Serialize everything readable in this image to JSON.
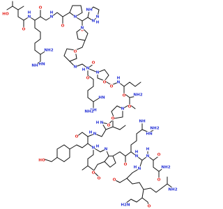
{
  "diagram": {
    "kind": "skeletal-formula",
    "background": "#ffffff",
    "bond_color": "#111111",
    "atom_colors": {
      "O": "#e5241d",
      "N": "#2431d6",
      "H": "#2431d6"
    },
    "atom_labels": [
      {
        "id": "oh-1",
        "text": "HO",
        "element": "O"
      },
      {
        "id": "o-1",
        "text": "O",
        "element": "O"
      },
      {
        "id": "nh-1",
        "text": "N",
        "element": "N"
      },
      {
        "id": "hn-1",
        "text": "H",
        "element": "H"
      },
      {
        "id": "o-2",
        "text": "O",
        "element": "O"
      },
      {
        "id": "nh-2",
        "text": "N",
        "element": "N"
      },
      {
        "id": "hn-2",
        "text": "H",
        "element": "H"
      },
      {
        "id": "n-his",
        "text": "N",
        "element": "N"
      },
      {
        "id": "nh-his",
        "text": "NH",
        "element": "N"
      },
      {
        "id": "o-3",
        "text": "O",
        "element": "O"
      },
      {
        "id": "n-pro1",
        "text": "N",
        "element": "N"
      },
      {
        "id": "o-4",
        "text": "O",
        "element": "O"
      },
      {
        "id": "nh-guan1",
        "text": "NH",
        "element": "N"
      },
      {
        "id": "nh2-guan1",
        "text": "NH2",
        "element": "N"
      },
      {
        "id": "hn-guan1",
        "text": "HN",
        "element": "N"
      },
      {
        "id": "nh-3",
        "text": "N",
        "element": "N"
      },
      {
        "id": "hn-3",
        "text": "H",
        "element": "H"
      },
      {
        "id": "o-5",
        "text": "O",
        "element": "O"
      },
      {
        "id": "n-pro2",
        "text": "N",
        "element": "N"
      },
      {
        "id": "o-6",
        "text": "O",
        "element": "O"
      },
      {
        "id": "n-pro3",
        "text": "N",
        "element": "N"
      },
      {
        "id": "o-7",
        "text": "O",
        "element": "O"
      },
      {
        "id": "nh-4",
        "text": "N",
        "element": "N"
      },
      {
        "id": "hn-4",
        "text": "H",
        "element": "H"
      },
      {
        "id": "o-8",
        "text": "O",
        "element": "O"
      },
      {
        "id": "nh-guan2",
        "text": "NH",
        "element": "N"
      },
      {
        "id": "hn-guan2",
        "text": "HN",
        "element": "N"
      },
      {
        "id": "nh2-guan2",
        "text": "NH2",
        "element": "N"
      },
      {
        "id": "n-pro4",
        "text": "N",
        "element": "N"
      },
      {
        "id": "o-9",
        "text": "O",
        "element": "O"
      },
      {
        "id": "nh-5",
        "text": "N",
        "element": "N"
      },
      {
        "id": "hn-5",
        "text": "H",
        "element": "H"
      },
      {
        "id": "o-10",
        "text": "O",
        "element": "O"
      },
      {
        "id": "nh2-gln",
        "text": "NH2",
        "element": "N"
      },
      {
        "id": "o-gln",
        "text": "O",
        "element": "O"
      },
      {
        "id": "n-pro5",
        "text": "N",
        "element": "N"
      },
      {
        "id": "o-11",
        "text": "O",
        "element": "O"
      },
      {
        "id": "nh-6",
        "text": "N",
        "element": "N"
      },
      {
        "id": "hn-6",
        "text": "H",
        "element": "H"
      },
      {
        "id": "o-12",
        "text": "O",
        "element": "O"
      },
      {
        "id": "nh-7",
        "text": "N",
        "element": "N"
      },
      {
        "id": "hn-7",
        "text": "H",
        "element": "H"
      },
      {
        "id": "o-13",
        "text": "O",
        "element": "O"
      },
      {
        "id": "oh-tyr",
        "text": "HO",
        "element": "O"
      },
      {
        "id": "nh-8",
        "text": "N",
        "element": "N"
      },
      {
        "id": "hn-8",
        "text": "H",
        "element": "H"
      },
      {
        "id": "o-14",
        "text": "O",
        "element": "O"
      },
      {
        "id": "n-pro6",
        "text": "N",
        "element": "N"
      },
      {
        "id": "o-15",
        "text": "O",
        "element": "O"
      },
      {
        "id": "nh-9",
        "text": "N",
        "element": "N"
      },
      {
        "id": "hn-9",
        "text": "H",
        "element": "H"
      },
      {
        "id": "nh-guan3",
        "text": "NH",
        "element": "N"
      },
      {
        "id": "nh2-guan3",
        "text": "NH2",
        "element": "N"
      },
      {
        "id": "hn-guan3",
        "text": "HN",
        "element": "N"
      },
      {
        "id": "o-16",
        "text": "O",
        "element": "O"
      },
      {
        "id": "nh-10",
        "text": "N",
        "element": "N"
      },
      {
        "id": "hn-10",
        "text": "H",
        "element": "H"
      },
      {
        "id": "o-17",
        "text": "O",
        "element": "O"
      },
      {
        "id": "nh2-asn1",
        "text": "NH2",
        "element": "N"
      },
      {
        "id": "o-asn1",
        "text": "O",
        "element": "O"
      },
      {
        "id": "nh-11",
        "text": "N",
        "element": "N"
      },
      {
        "id": "hn-11",
        "text": "H",
        "element": "H"
      },
      {
        "id": "o-18",
        "text": "O",
        "element": "O"
      },
      {
        "id": "nh2-nterm",
        "text": "NH2",
        "element": "N"
      },
      {
        "id": "h2n-asn2",
        "text": "H2N",
        "element": "N"
      },
      {
        "id": "o-asn2",
        "text": "O",
        "element": "O"
      }
    ]
  }
}
